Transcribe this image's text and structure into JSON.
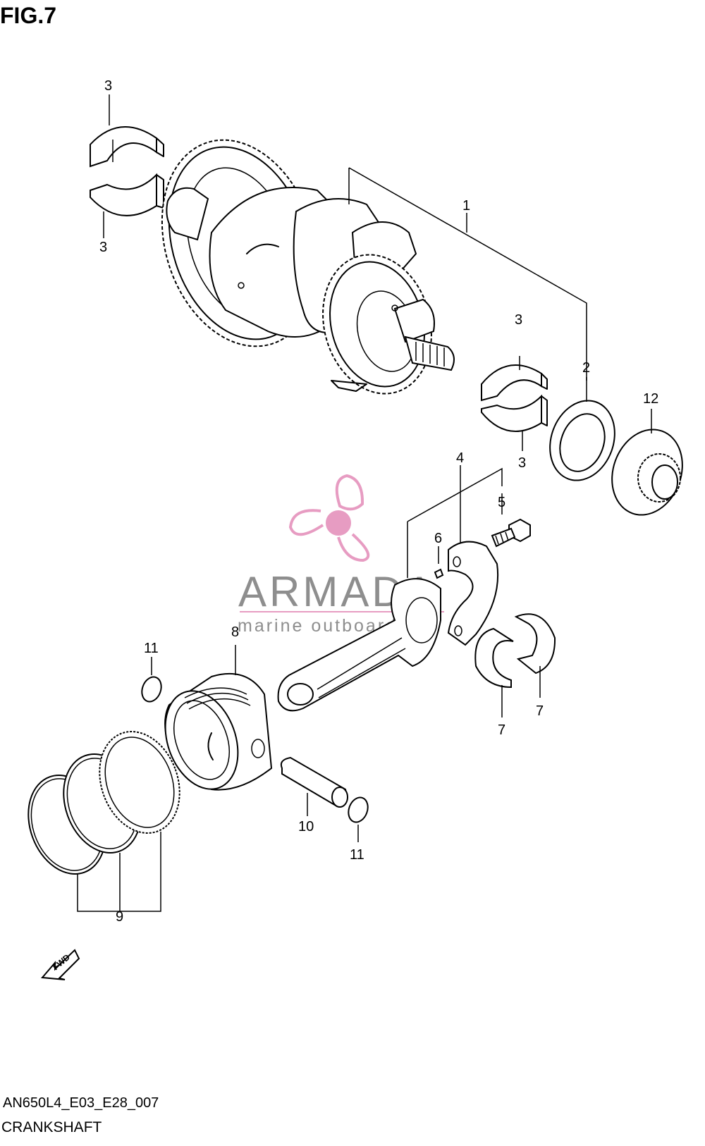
{
  "figure": {
    "title": "FIG.7",
    "model_code": "AN650L4_E03_E28_007",
    "section_name": "CRANKSHAFT"
  },
  "watermark": {
    "brand": "ARMADA",
    "tagline": "marine outboards",
    "logo_color": "#e79cc2",
    "text_color": "#8e8e8e"
  },
  "direction_marker": {
    "label": "FWD"
  },
  "callouts": [
    "1",
    "2",
    "3",
    "3",
    "3",
    "3",
    "4",
    "5",
    "6",
    "7",
    "7",
    "8",
    "9",
    "10",
    "11",
    "11",
    "12"
  ],
  "colors": {
    "line": "#000000",
    "background": "#ffffff"
  }
}
